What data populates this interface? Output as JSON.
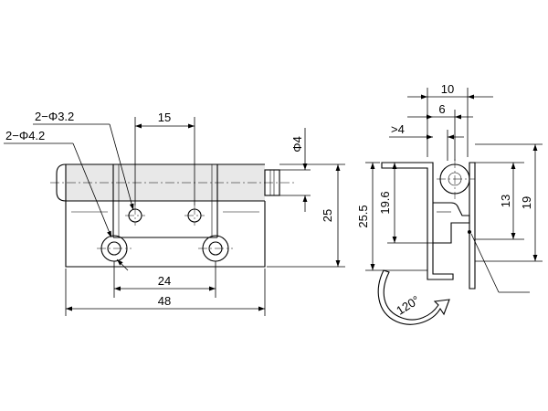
{
  "labels": {
    "hole_small": "2−Φ3.2",
    "hole_large": "2−Φ4.2",
    "pin_dia": "Φ4",
    "d15": "15",
    "d24": "24",
    "d48": "48",
    "d25": "25",
    "d10": "10",
    "d6": "6",
    "d4": ">4",
    "d25_5": "25.5",
    "d19_6": "19.6",
    "d13": "13",
    "d19": "19",
    "rotation": "120°"
  }
}
